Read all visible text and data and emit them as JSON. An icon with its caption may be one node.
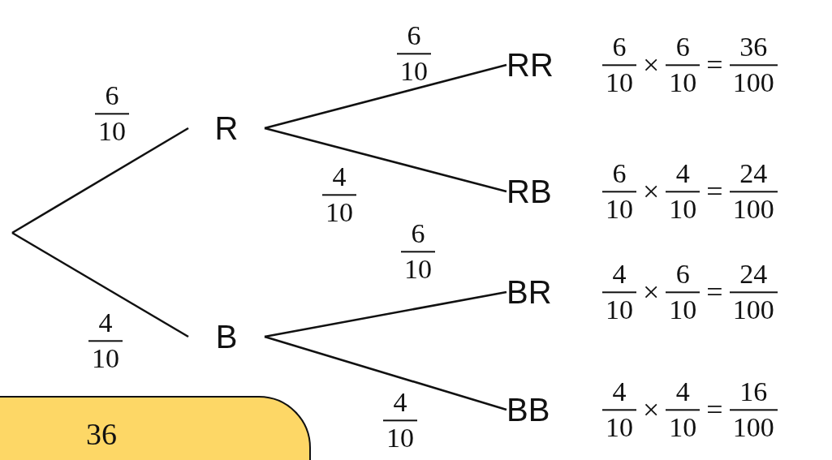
{
  "diagram": {
    "nodes": [
      {
        "text": [
          "R"
        ]
      },
      {
        "text": [
          "B"
        ]
      },
      {
        "text": [
          "RR"
        ],
        "beside": [
          "6 10",
          "×",
          "6 10",
          "=",
          "36 100"
        ]
      },
      {
        "text": [
          "RB"
        ],
        "beside": [
          "6 10",
          "×",
          "4 10",
          "=",
          "24 100"
        ]
      },
      {
        "text": [
          "BR"
        ],
        "beside": [
          "4 10",
          "×",
          "6 10",
          "=",
          "24 100"
        ]
      },
      {
        "text": [
          "BB"
        ],
        "beside": [
          "4 10",
          "×",
          "4 10",
          "=",
          "16 100"
        ]
      },
      {
        "text": [
          "36"
        ]
      }
    ],
    "edges": [
      {
        "from": null,
        "to": 0,
        "arrow": "none",
        "label": "6 10"
      },
      {
        "from": null,
        "to": 1,
        "arrow": "none",
        "label": "4 10"
      },
      {
        "from": 0,
        "to": 2,
        "arrow": "none",
        "label": "6 10"
      },
      {
        "from": 0,
        "to": 3,
        "arrow": "none",
        "label": "4 10"
      },
      {
        "from": 1,
        "to": 4,
        "arrow": "none",
        "label": "6 10"
      },
      {
        "from": 1,
        "to": 5,
        "arrow": "none",
        "label": "4 10"
      }
    ]
  }
}
